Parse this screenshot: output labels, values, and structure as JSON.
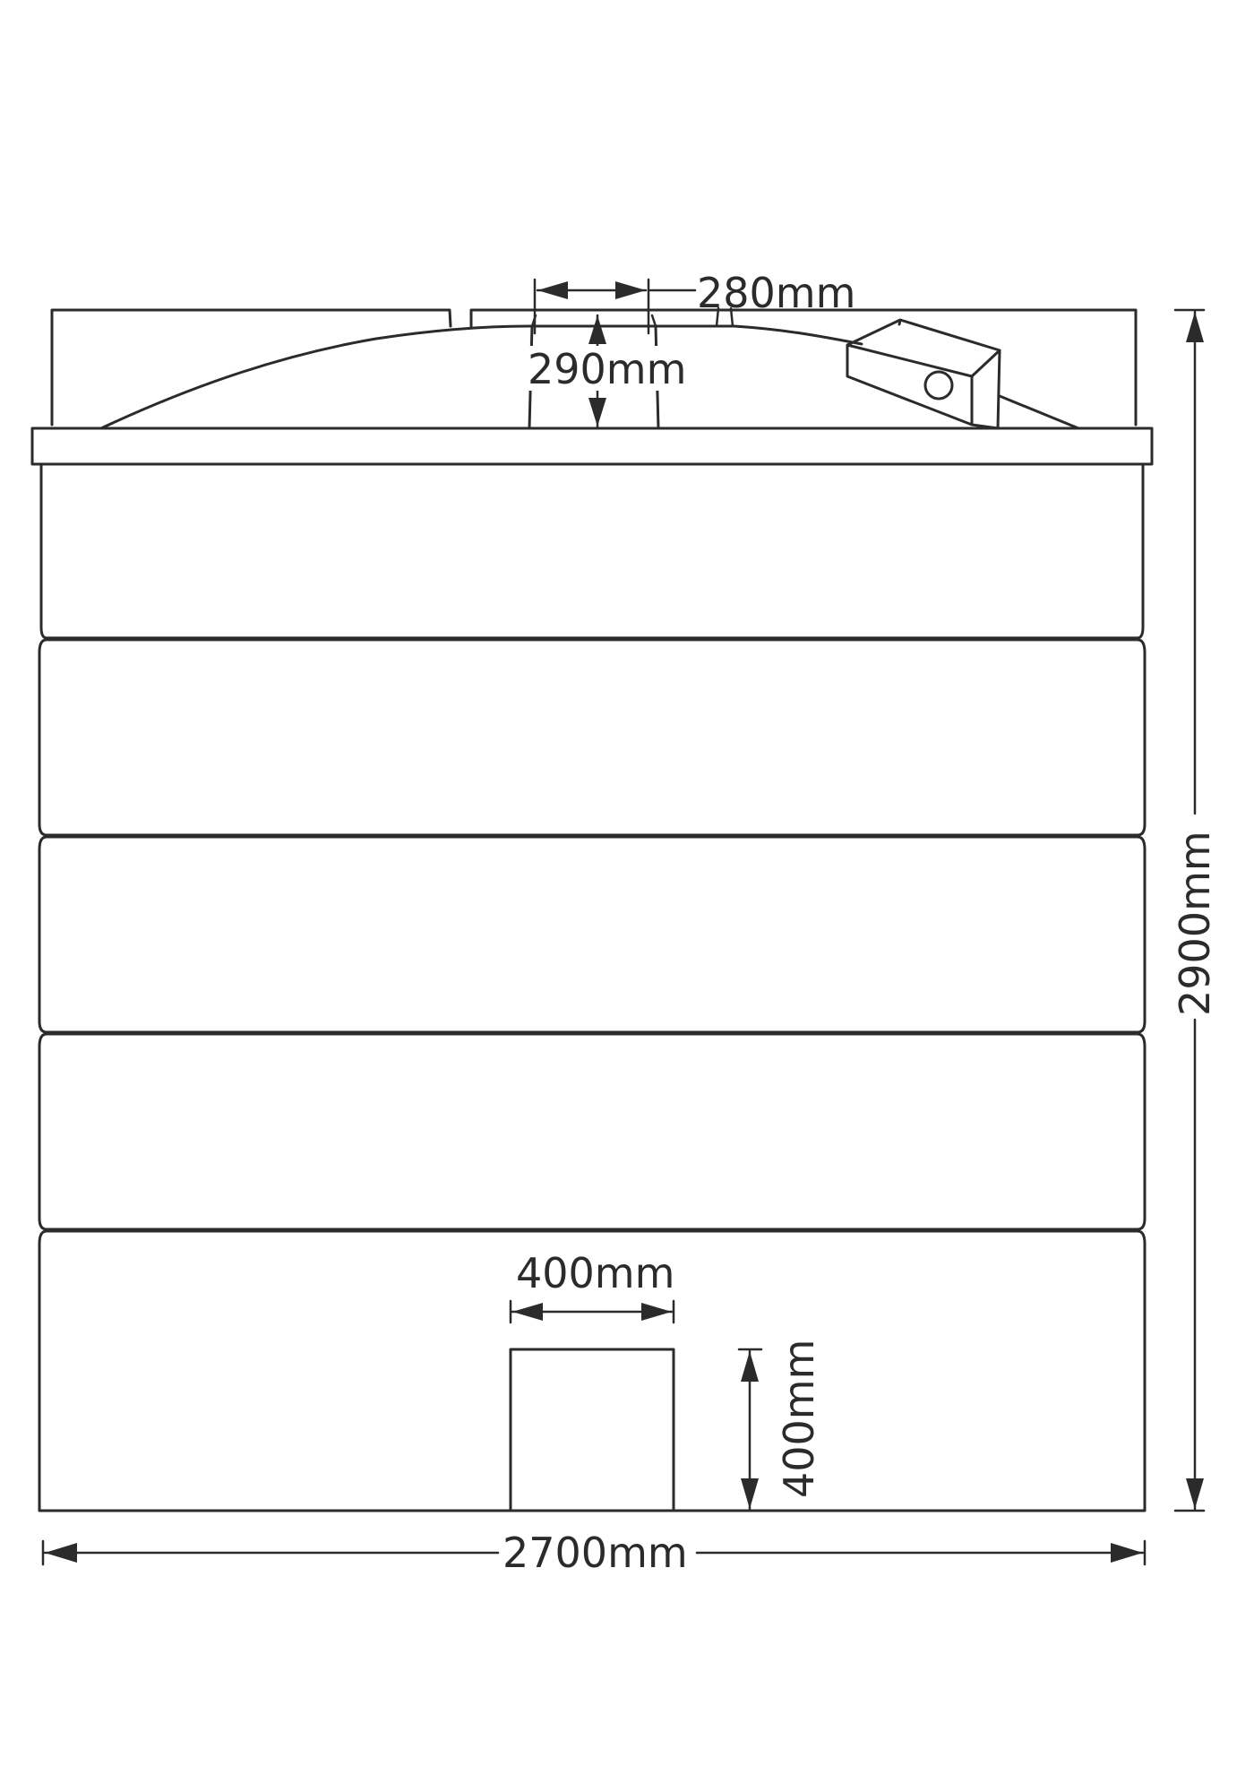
{
  "dimensions": {
    "overall_width": "2700mm",
    "overall_height": "2900mm",
    "manway_width": "280mm",
    "manway_height": "290mm",
    "outlet_width": "400mm",
    "outlet_height": "400mm"
  },
  "colors": {
    "line": "#2b2b2b",
    "background": "#ffffff"
  }
}
